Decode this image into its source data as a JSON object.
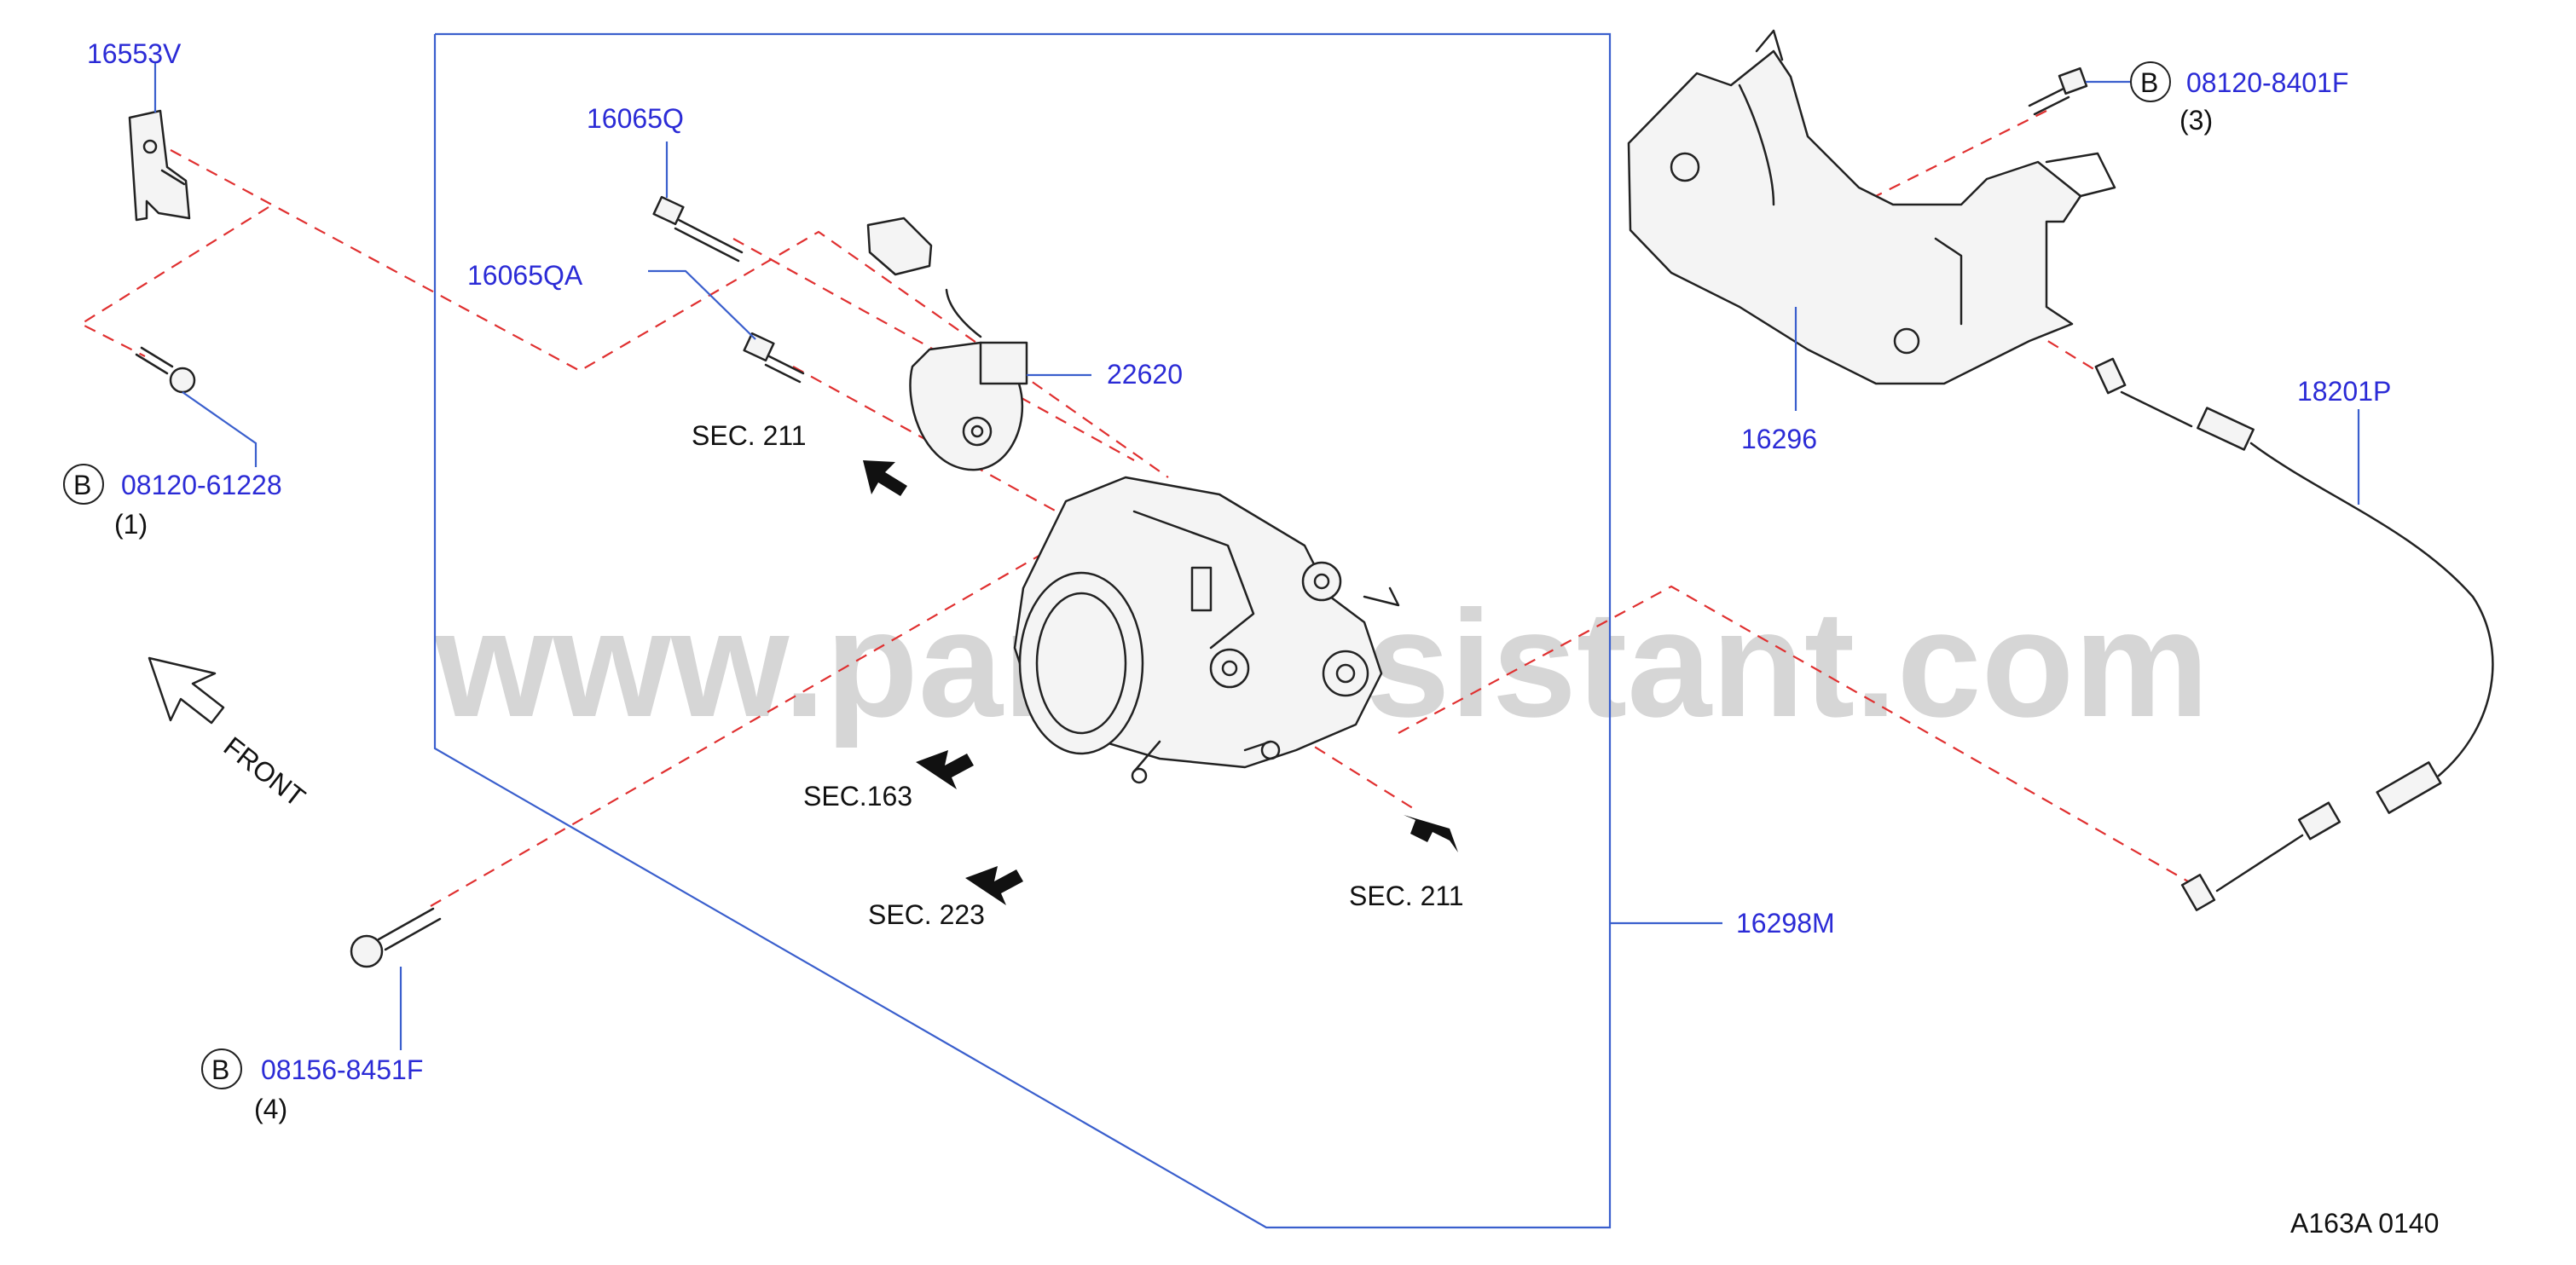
{
  "watermark": "www.partsassistant.com",
  "diagram_code": "A163A  0140",
  "front_label": "FRONT",
  "parts": {
    "p16553V": "16553V",
    "p16065Q": "16065Q",
    "p16065QA": "16065QA",
    "p22620": "22620",
    "p16296": "16296",
    "p18201P": "18201P",
    "p16298M": "16298M",
    "b1": {
      "mark": "B",
      "number": "08120-61228",
      "qty": "(1)"
    },
    "b3": {
      "mark": "B",
      "number": "08120-8401F",
      "qty": "(3)"
    },
    "b4": {
      "mark": "B",
      "number": "08156-8451F",
      "qty": "(4)"
    }
  },
  "sections": {
    "sec211_top": "SEC.  211",
    "sec163": "SEC.163",
    "sec223": "SEC.  223",
    "sec211_right": "SEC.  211"
  },
  "colors": {
    "part_number": "#2b2bd6",
    "leader": "#3a5fcd",
    "dash": "#e03030",
    "watermark": "#d6d6d6"
  }
}
